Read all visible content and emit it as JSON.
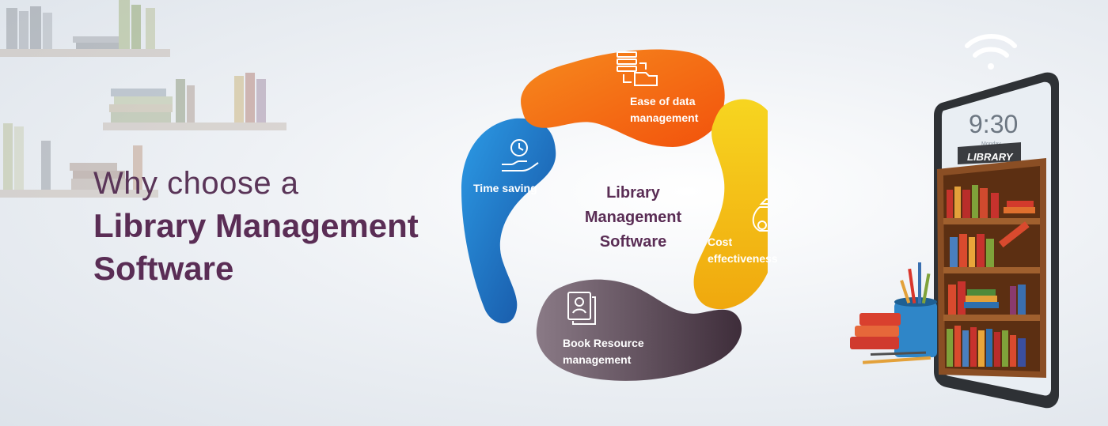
{
  "headline": {
    "line1": "Why choose a",
    "line2": "Library Management",
    "line3": "Software"
  },
  "center_title": "Library\nManagement\nSoftware",
  "segments": [
    {
      "label": "Ease of data\nmanagement",
      "color": "#f46a10",
      "icon": "database-folder-icon"
    },
    {
      "label": "Cost\neffectiveness",
      "color": "#f2b712",
      "icon": "money-bag-icon"
    },
    {
      "label": "Book Resource\nmanagement",
      "color": "#5b4a57",
      "icon": "document-user-icon"
    },
    {
      "label": "Time saving",
      "color": "#1e6fc2",
      "icon": "clock-hand-icon"
    }
  ],
  "phone": {
    "time": "9:30",
    "day": "Monday",
    "sign": "LIBRARY"
  }
}
